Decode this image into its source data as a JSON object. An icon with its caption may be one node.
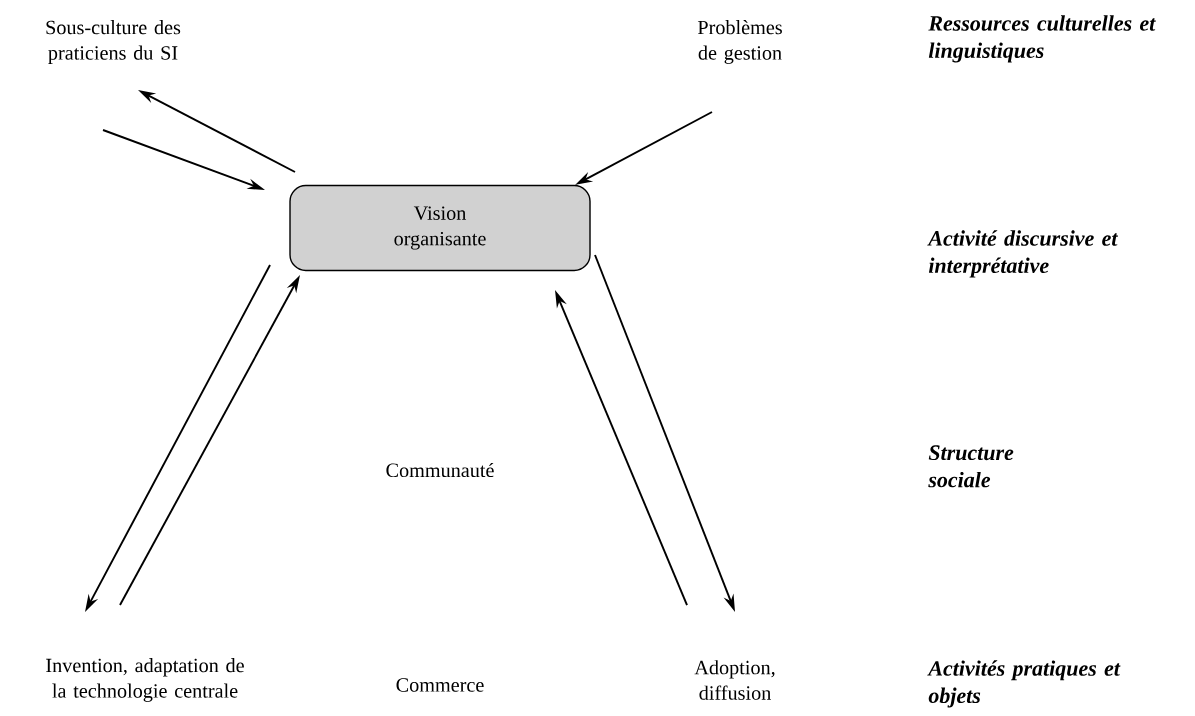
{
  "diagram": {
    "nodes": [
      {
        "text": [
          "Sous-culture des praticiens du SI"
        ]
      },
      {
        "text": [
          "Problèmes de gestion"
        ]
      },
      {
        "text": [
          "Vision organisante"
        ]
      },
      {
        "text": [
          "Invention, adaptation de la technologie centrale"
        ]
      },
      {
        "text": [
          "Adoption, diffusion"
        ]
      }
    ],
    "edges": [
      {
        "from": 0,
        "to": 2,
        "arrow": "to"
      },
      {
        "from": 2,
        "to": 0,
        "arrow": "to"
      },
      {
        "from": 1,
        "to": 2,
        "arrow": "to"
      },
      {
        "from": 2,
        "to": 3,
        "arrow": "to"
      },
      {
        "from": 3,
        "to": 2,
        "arrow": "to"
      },
      {
        "from": 4,
        "to": 2,
        "arrow": "to"
      },
      {
        "from": 2,
        "to": 4,
        "arrow": "to"
      }
    ],
    "labels": [
      "Ressources culturelles et linguistiques",
      "Activité discursive et interprétative",
      "Communauté",
      "Structure sociale",
      "Commerce",
      "Activités pratiques et objets"
    ]
  }
}
